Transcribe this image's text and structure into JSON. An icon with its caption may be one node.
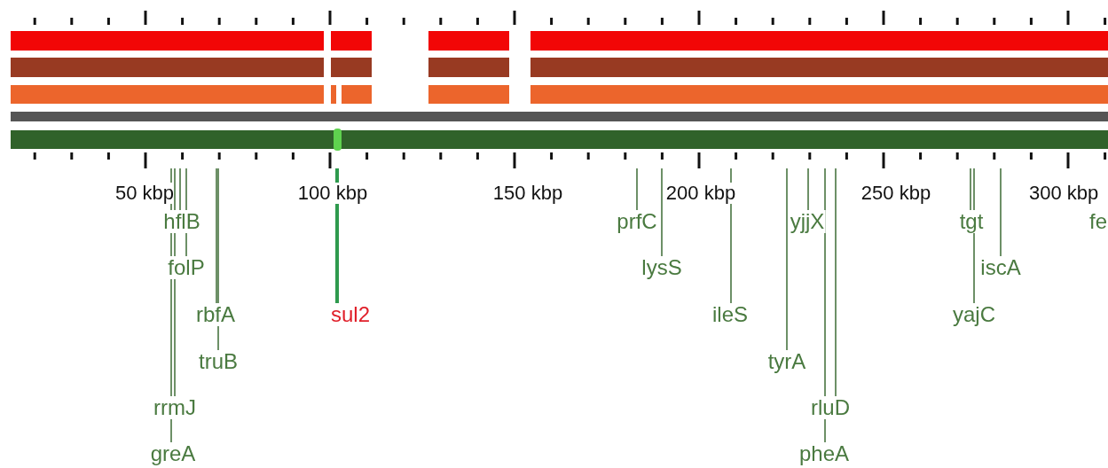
{
  "diagram": {
    "nodes": [
      {
        "text": [
          "hflB"
        ]
      },
      {
        "text": [
          "folP"
        ]
      },
      {
        "text": [
          "rbfA"
        ]
      },
      {
        "text": [
          "truB"
        ]
      },
      {
        "text": [
          "rrmJ"
        ]
      },
      {
        "text": [
          "greA"
        ]
      },
      {
        "text": [
          "sul2"
        ]
      },
      {
        "text": [
          "prfC"
        ]
      },
      {
        "text": [
          "lysS"
        ]
      },
      {
        "text": [
          "ileS"
        ]
      },
      {
        "text": [
          "tyrA"
        ]
      },
      {
        "text": [
          "yjjX"
        ]
      },
      {
        "text": [
          "rluD"
        ]
      },
      {
        "text": [
          "pheA"
        ]
      },
      {
        "text": [
          "tgt"
        ]
      },
      {
        "text": [
          "iscA"
        ]
      },
      {
        "text": [
          "yajC"
        ]
      },
      {
        "text": [],
        "shape": "bar"
      }
    ],
    "edges": [
      {
        "from": 0,
        "to": 17,
        "arrow": "none"
      },
      {
        "from": 1,
        "to": 17,
        "arrow": "none"
      },
      {
        "from": 2,
        "to": 17,
        "arrow": "none"
      },
      {
        "from": 3,
        "to": 17,
        "arrow": "none"
      },
      {
        "from": 4,
        "to": 17,
        "arrow": "none"
      },
      {
        "from": 5,
        "to": 17,
        "arrow": "none"
      },
      {
        "from": 6,
        "to": 17,
        "arrow": "none",
        "style": "thick",
        "color": "#2e9a4e"
      },
      {
        "from": 7,
        "to": 17,
        "arrow": "none"
      },
      {
        "from": 8,
        "to": 17,
        "arrow": "none"
      },
      {
        "from": 9,
        "to": 17,
        "arrow": "none"
      },
      {
        "from": 10,
        "to": 17,
        "arrow": "none"
      },
      {
        "from": 11,
        "to": 17,
        "arrow": "none"
      },
      {
        "from": 12,
        "to": 17,
        "arrow": "none"
      },
      {
        "from": 13,
        "to": 17,
        "arrow": "none"
      },
      {
        "from": 14,
        "to": 17,
        "arrow": "none"
      },
      {
        "from": 15,
        "to": 17,
        "arrow": "none"
      },
      {
        "from": 16,
        "to": 17,
        "arrow": "none"
      }
    ],
    "labels": [
      "50 kbp",
      "100 kbp",
      "150 kbp",
      "200 kbp",
      "250 kbp",
      "300 kbp",
      "fe"
    ]
  }
}
